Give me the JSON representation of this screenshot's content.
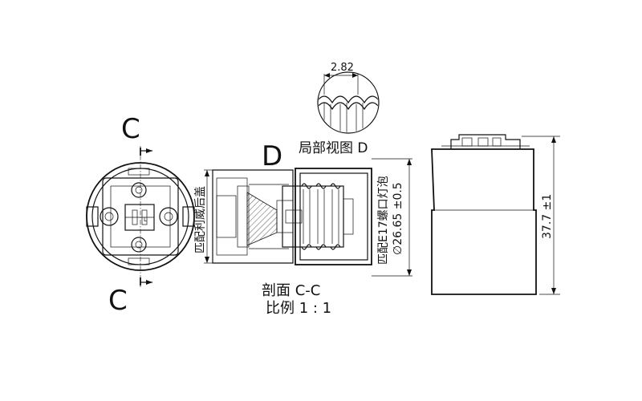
{
  "labels": {
    "section_marker_top": "C",
    "section_marker_bottom": "C",
    "detail_marker": "D",
    "detail_title": "局部视图 D",
    "detail_dimension": "2.82",
    "left_part_note": "匹配利威后盖",
    "right_part_note_1": "匹配E17螺口灯泡",
    "right_part_note_2": "∅26.65 ±0.5",
    "section_title": "剖面 C-C",
    "scale_label": "比例 1 : 1",
    "height_dimension": "37.7 ±1",
    "pin_mark": "L"
  },
  "colors": {
    "line": "#111111",
    "background": "#ffffff"
  }
}
